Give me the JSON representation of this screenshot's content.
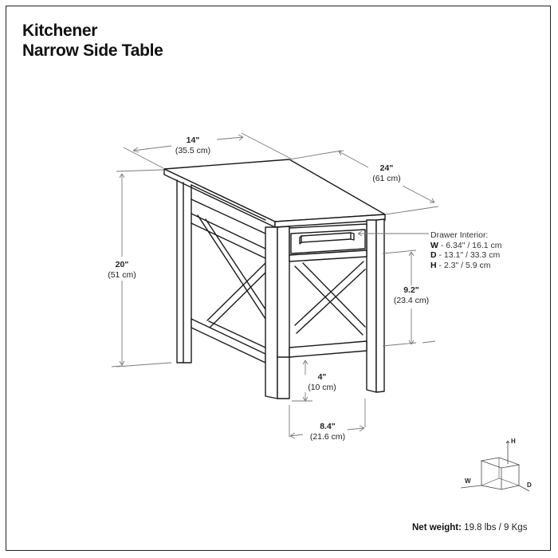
{
  "title": {
    "line1": "Kitchener",
    "line2": "Narrow Side Table"
  },
  "dimensions": {
    "width": {
      "imperial": "14\"",
      "metric": "(35.5 cm)"
    },
    "depth": {
      "imperial": "24\"",
      "metric": "(61 cm)"
    },
    "height": {
      "imperial": "20\"",
      "metric": "(51 cm)"
    },
    "shelf_gap": {
      "imperial": "9.2\"",
      "metric": "(23.4 cm)"
    },
    "floor_clearance": {
      "imperial": "4\"",
      "metric": "(10 cm)"
    },
    "leg_span": {
      "imperial": "8.4\"",
      "metric": "(21.6 cm)"
    }
  },
  "drawer_interior": {
    "heading": "Drawer Interior:",
    "rows": [
      {
        "key": "W",
        "value": " - 6.34\" / 16.1 cm"
      },
      {
        "key": "D",
        "value": " - 13.1\" / 33.3 cm"
      },
      {
        "key": "H",
        "value": " - 2.3\" / 5.9 cm"
      }
    ]
  },
  "axis_legend": {
    "h": "H",
    "w": "W",
    "d": "D"
  },
  "net_weight": {
    "label": "Net weight:",
    "value": " 19.8 lbs / 9 Kgs"
  },
  "colors": {
    "line": "#1a1a1a",
    "dim_line": "#777777",
    "background": "#ffffff"
  }
}
